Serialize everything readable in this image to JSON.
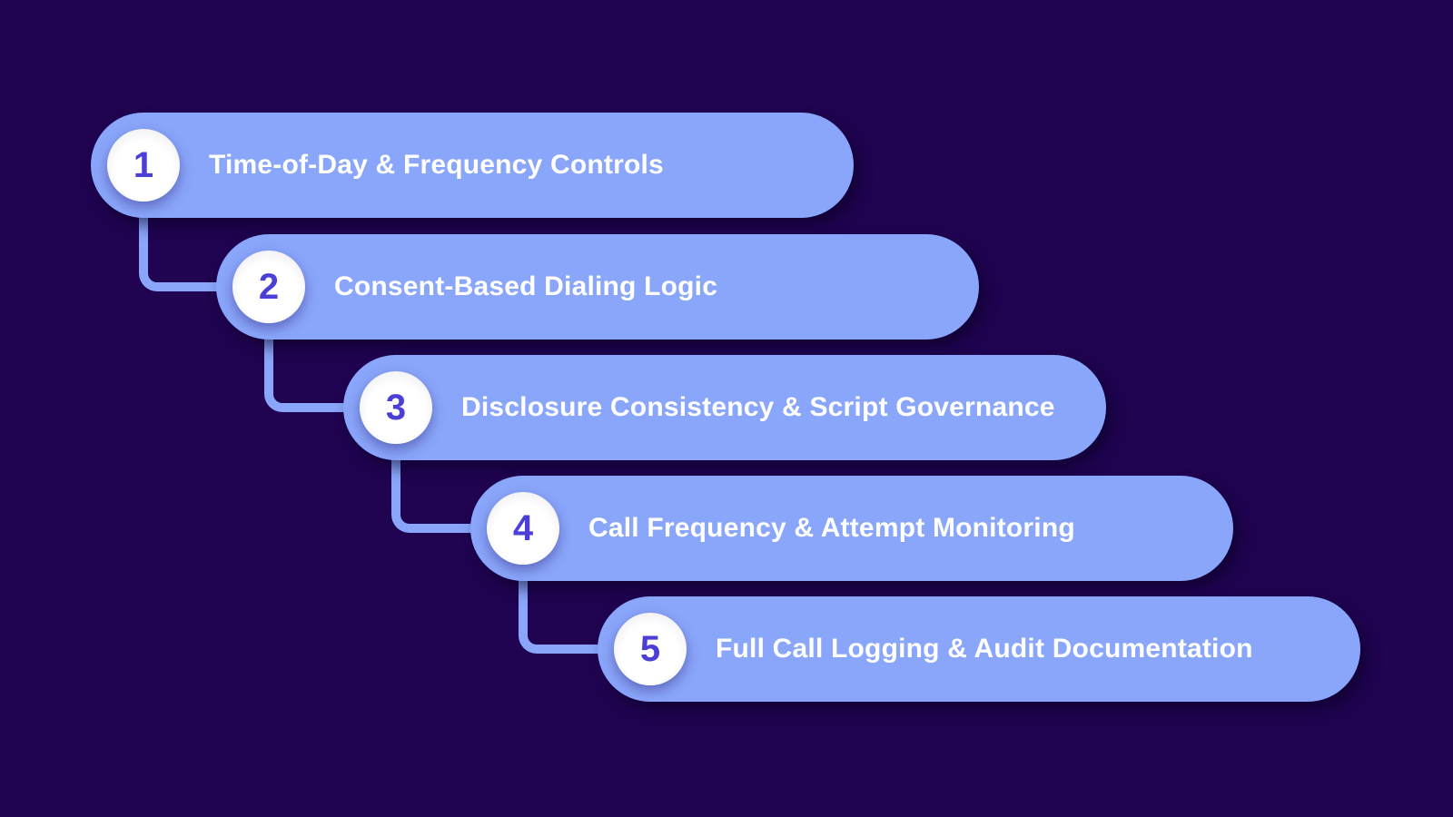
{
  "figure": {
    "kind": "stepped-process-diagram",
    "step_count": 5
  },
  "colors": {
    "background": "#200351",
    "pill": "#8aa6fa",
    "connector": "#8aa6fa",
    "circle_fill": "#ffffff",
    "number_text": "#4b3fd8",
    "label_text": "#ffffff"
  },
  "steps": [
    {
      "number": "1",
      "label": "Time-of-Day & Frequency Controls"
    },
    {
      "number": "2",
      "label": "Consent-Based Dialing Logic"
    },
    {
      "number": "3",
      "label": "Disclosure Consistency & Script Governance"
    },
    {
      "number": "4",
      "label": "Call Frequency & Attempt Monitoring"
    },
    {
      "number": "5",
      "label": "Full Call Logging & Audit Documentation"
    }
  ]
}
